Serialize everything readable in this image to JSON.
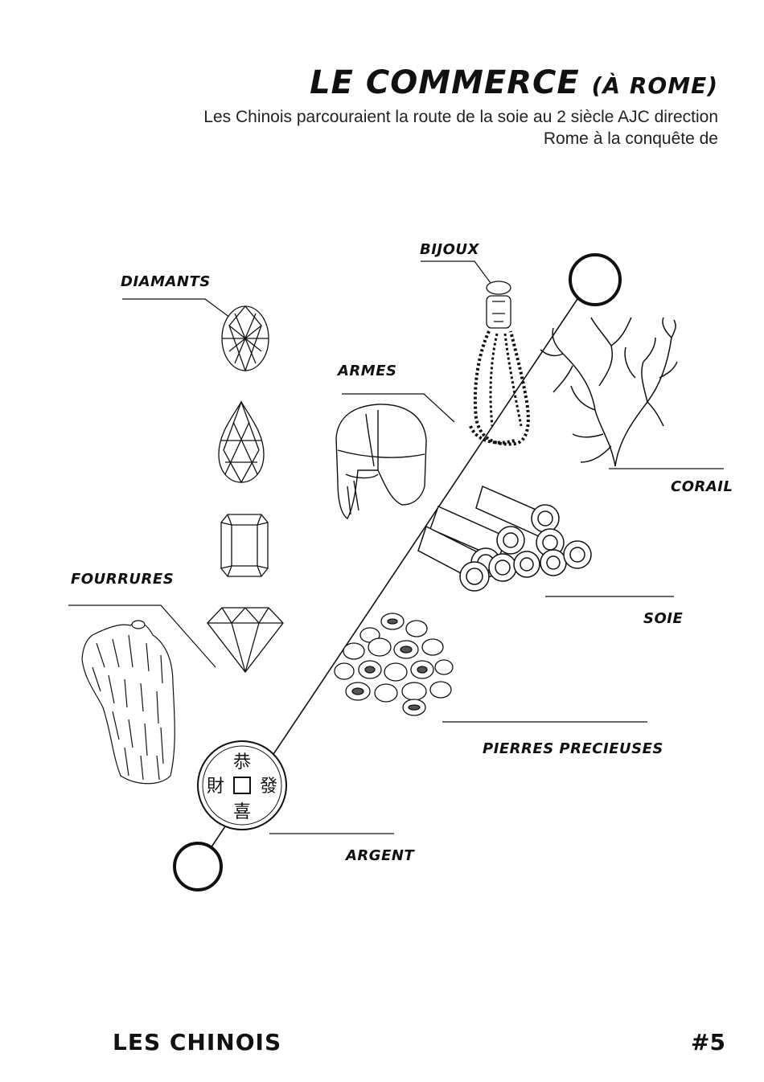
{
  "header": {
    "title": "LE COMMERCE",
    "title_suffix": "(À ROME)",
    "subtitle_line1": "Les Chinois parcouraient la route de la soie au 2 siècle AJC direction",
    "subtitle_line2": "Rome à la conquête de"
  },
  "labels": {
    "diamants": "DIAMANTS",
    "bijoux": "BIJOUX",
    "armes": "ARMES",
    "corail": "CORAIL",
    "fourrures": "FOURRURES",
    "soie": "SOIE",
    "pierres": "PIERRES PRECIEUSES",
    "argent": "ARGENT"
  },
  "coin": {
    "glyph_top": "恭",
    "glyph_left": "財",
    "glyph_right": "發",
    "glyph_bottom": "喜"
  },
  "footer": {
    "left": "LES CHINOIS",
    "right": "#5"
  }
}
